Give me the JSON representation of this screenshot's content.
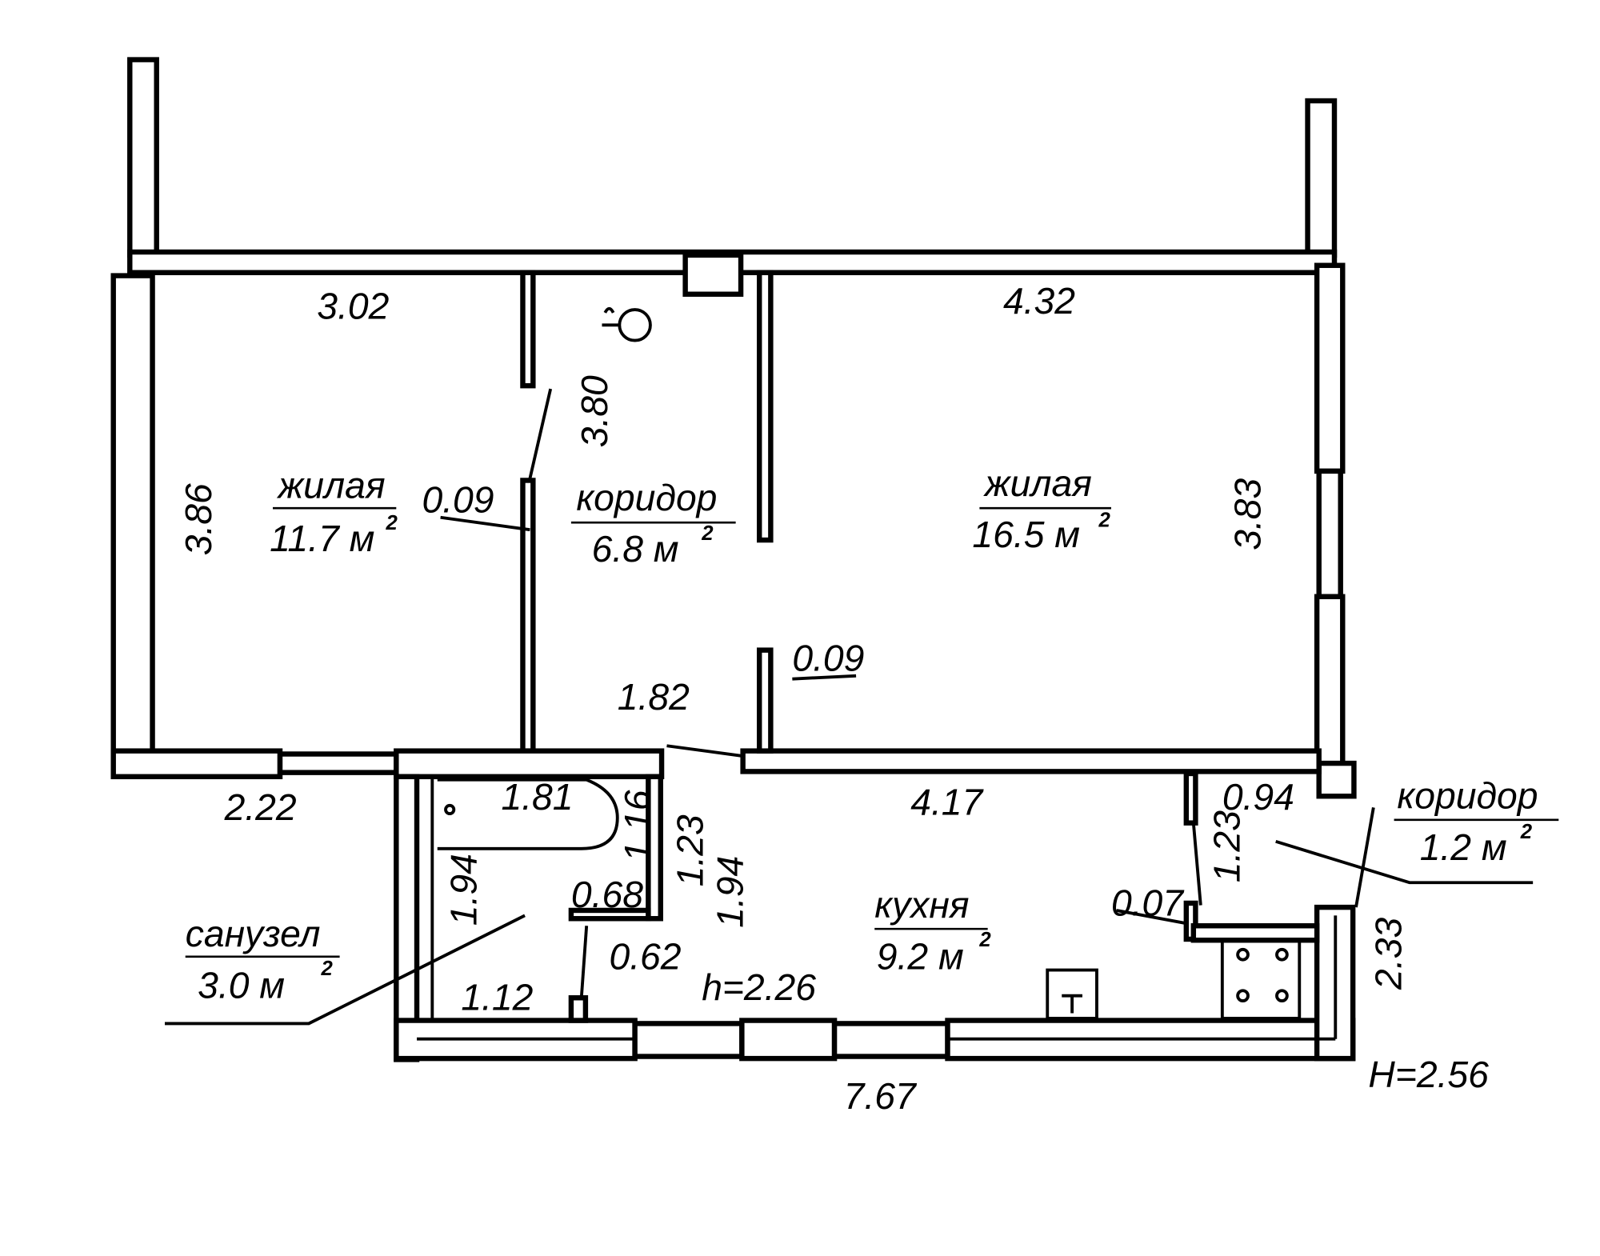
{
  "plan": {
    "ceiling_height": "H=2.56",
    "kitchen_height": "h=2.26",
    "overall_width": "7.67",
    "area_unit_superscript": "2",
    "rooms": {
      "living_small": {
        "name": "жилая",
        "area": "11.7 м"
      },
      "corridor_main": {
        "name": "коридор",
        "area": "6.8 м"
      },
      "living_large": {
        "name": "жилая",
        "area": "16.5 м"
      },
      "kitchen": {
        "name": "кухня",
        "area": "9.2 м"
      },
      "corridor_small": {
        "name": "коридор",
        "area": "1.2 м"
      },
      "bathroom": {
        "name": "санузел",
        "area": "3.0 м"
      }
    },
    "dimensions": {
      "d302": "3.02",
      "d432": "4.32",
      "d386": "3.86",
      "d380": "3.80",
      "d383": "3.83",
      "d009a": "0.09",
      "d009b": "0.09",
      "d182": "1.82",
      "d222": "2.22",
      "d181": "1.81",
      "d116": "1.16",
      "d123a": "1.23",
      "d194a": "1.94",
      "d194b": "1.94",
      "d068": "0.68",
      "d062": "0.62",
      "d112": "1.12",
      "d417": "4.17",
      "d094": "0.94",
      "d123b": "1.23",
      "d007": "0.07",
      "d233": "2.33"
    }
  }
}
